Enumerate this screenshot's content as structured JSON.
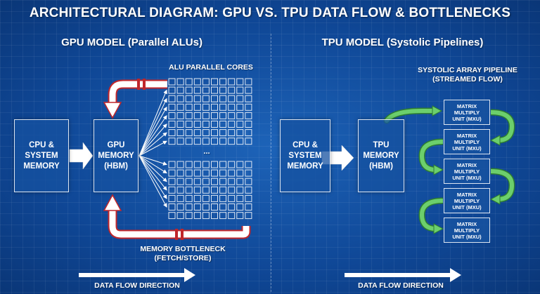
{
  "title": "ARCHITECTURAL DIAGRAM: GPU VS. TPU DATA FLOW & BOTTLENECKS",
  "gpu": {
    "section_title": "GPU MODEL (Parallel ALUs)",
    "cpu_box": "CPU &\nSYSTEM\nMEMORY",
    "gpu_memory_box": "GPU\nMEMORY\n(HBM)",
    "alu_label": "ALU PARALLEL CORES",
    "ellipsis": "...",
    "bottleneck_label_1": "MEMORY BOTTLENECK",
    "bottleneck_label_2": "(FETCH/STORE)",
    "flow_label": "DATA FLOW DIRECTION"
  },
  "tpu": {
    "section_title": "TPU MODEL (Systolic Pipelines)",
    "cpu_box": "CPU &\nSYSTEM\nMEMORY",
    "tpu_memory_box": "TPU\nMEMORY\n(HBM)",
    "systolic_label_1": "SYSTOLIC ARRAY PIPELINE",
    "systolic_label_2": "(STREAMED FLOW)",
    "mxu_units": [
      "MATRIX\nMULTIPLY\nUNIT (MXU)",
      "MATRIX\nMULTIPLY\nUNIT (MXU)",
      "MATRIX\nMULTIPLY\nUNIT (MXU)",
      "MATRIX\nMULTIPLY\nUNIT (MXU)",
      "MATRIX\nMULTIPLY\nUNIT (MXU)"
    ],
    "flow_label": "DATA FLOW DIRECTION"
  },
  "colors": {
    "background": "#0f4796",
    "bottleneck_red": "#c0262b",
    "pipeline_green": "#5cb85c"
  }
}
